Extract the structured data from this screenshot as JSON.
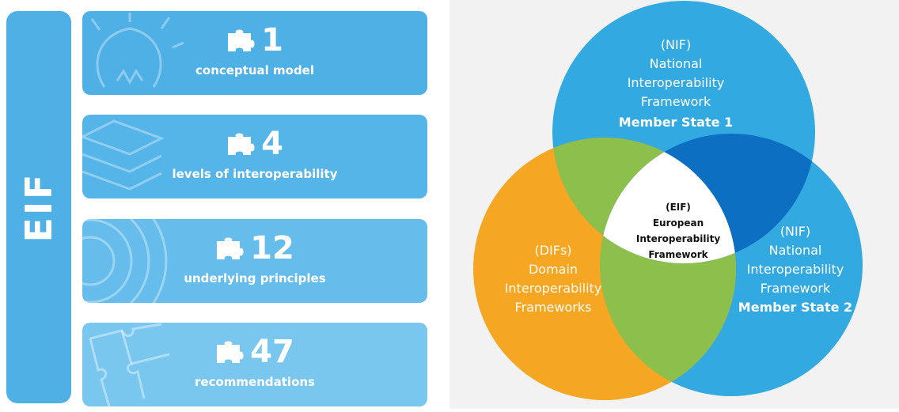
{
  "sidebar": {
    "label": "EIF"
  },
  "cards": [
    {
      "number": "1",
      "caption": "conceptual model",
      "icon": "lightbulb-icon"
    },
    {
      "number": "4",
      "caption": "levels of interoperability",
      "icon": "layers-icon"
    },
    {
      "number": "12",
      "caption": "underlying principles",
      "icon": "concentric-arcs-icon"
    },
    {
      "number": "47",
      "caption": "recommendations",
      "icon": "puzzle-pieces-icon"
    }
  ],
  "venn": {
    "top": {
      "abbr": "(NIF)",
      "line1": "National",
      "line2": "Interoperability",
      "line3": "Framework",
      "member": "Member State 1"
    },
    "right": {
      "abbr": "(NIF)",
      "line1": "National",
      "line2": "Interoperability",
      "line3": "Framework",
      "member": "Member State 2"
    },
    "left": {
      "abbr": "(DIFs)",
      "line1": "Domain",
      "line2": "Interoperability",
      "line3": "Frameworks"
    },
    "center": {
      "abbr": "(EIF)",
      "line1": "European",
      "line2": "Interoperability",
      "line3": "Framework"
    }
  },
  "colors": {
    "sidebar": "#4fb0e6",
    "card1": "#4fb0e6",
    "card2": "#55b4e8",
    "card3": "#66bdec",
    "card4": "#79c6ef",
    "nif": "#33a9e1",
    "dif": "#f5a623",
    "green": "#8cbf4b",
    "dark_blue": "#0c6fc2"
  }
}
